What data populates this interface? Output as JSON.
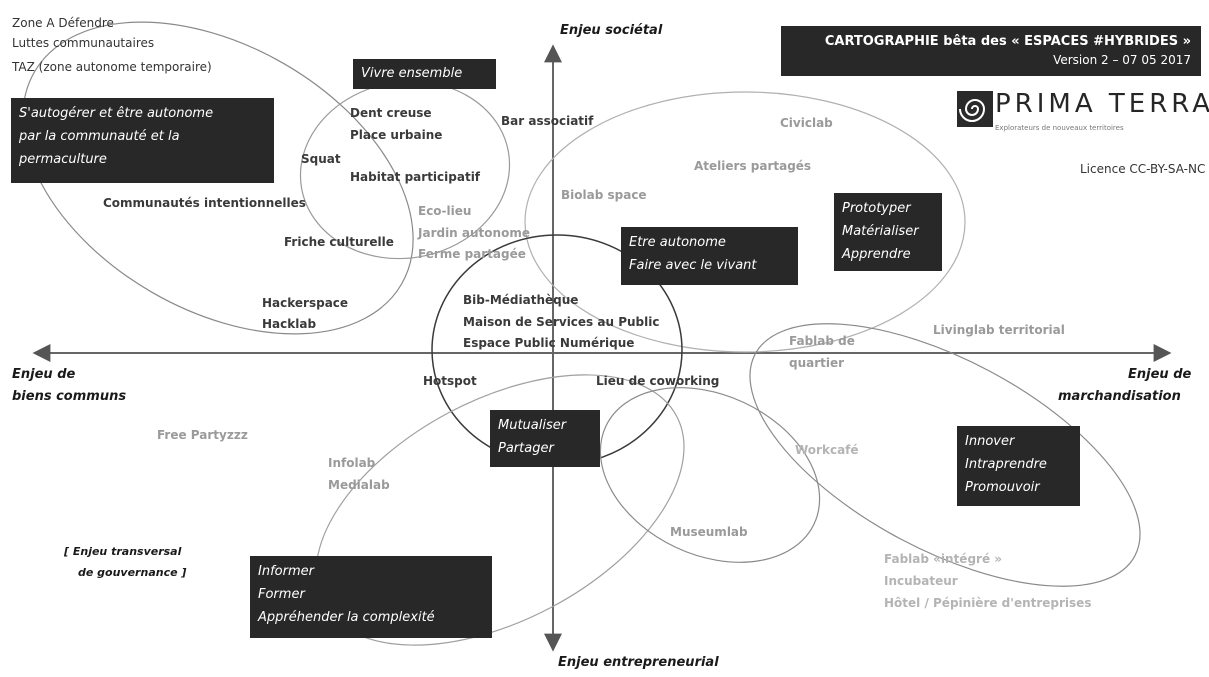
{
  "title": {
    "main": "CARTOGRAPHIE bêta des « ESPACES #HYBRIDES »",
    "version": "Version 2 – 07 05 2017"
  },
  "logo": {
    "name": "PRIMA TERRA",
    "tagline": "Explorateurs de nouveaux territoires"
  },
  "license": "Licence CC-BY-SA-NC",
  "axes": {
    "top": "Enjeu sociétal",
    "bottom": "Enjeu entrepreneurial",
    "left_1": "Enjeu de",
    "left_2": "biens communs",
    "right_1": "Enjeu de",
    "right_2": "marchandisation"
  },
  "note": {
    "line1": "[ Enjeu transversal",
    "line2": "de gouvernance ]"
  },
  "boxes": {
    "autogerer": [
      "S'autogérer et être autonome",
      "par la communauté et la",
      "permaculture"
    ],
    "vivre": [
      "Vivre ensemble"
    ],
    "autonome": [
      "Etre autonome",
      "Faire avec le vivant"
    ],
    "prototyper": [
      "Prototyper",
      "Matérialiser",
      "Apprendre"
    ],
    "mutualiser": [
      "Mutualiser",
      "Partager"
    ],
    "innover": [
      "Innover",
      "Intraprendre",
      "Promouvoir"
    ],
    "informer": [
      "Informer",
      "Former",
      "Appréhender la complexité"
    ]
  },
  "labels": {
    "zad": "Zone A Défendre",
    "luttes": "Luttes communautaires",
    "taz": "TAZ (zone autonome temporaire)",
    "dent": "Dent creuse",
    "place": "Place urbaine",
    "bar": "Bar associatif",
    "squat": "Squat",
    "habitat": "Habitat participatif",
    "communautes": "Communautés intentionnelles",
    "ecolieu": "Eco-lieu",
    "jardin": "Jardin autonome",
    "ferme": "Ferme partagée",
    "friche": "Friche culturelle",
    "biolab": "Biolab space",
    "civiclab": "Civiclab",
    "ateliers": "Ateliers partagés",
    "hackerspace": "Hackerspace",
    "hacklab": "Hacklab",
    "bib": "Bib-Médiathèque",
    "msap": "Maison de Services au Public",
    "epn": "Espace Public Numérique",
    "fablab_q1": "Fablab de",
    "fablab_q2": "quartier",
    "livinglab": "Livinglab territorial",
    "hotspot": "Hotspot",
    "coworking": "Lieu de coworking",
    "freeparty": "Free Partyzzz",
    "workcafe": "Workcafé",
    "infolab": "Infolab",
    "medialab": "Medialab",
    "museumlab": "Museumlab",
    "fablab_int": "Fablab «intégré »",
    "incubateur": "Incubateur",
    "hotel": "Hôtel / Pépinière d'entreprises"
  }
}
